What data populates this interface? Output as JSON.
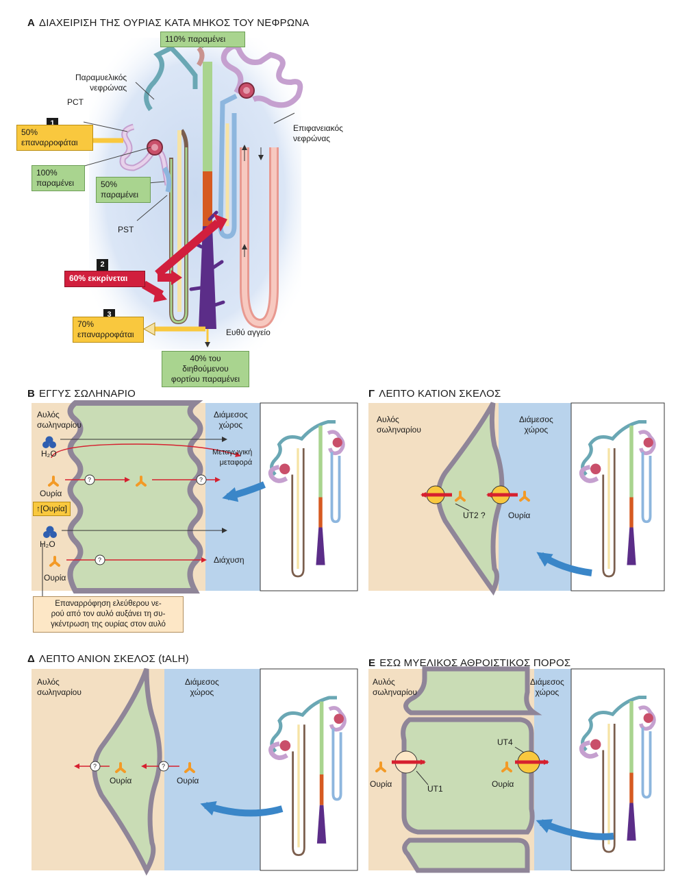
{
  "panel_a": {
    "letter": "Α",
    "title": "ΔΙΑΧΕΙΡΙΣΗ ΤΗΣ ΟΥΡΙΑΣ ΚΑΤΑ ΜΗΚΟΣ ΤΟΥ ΝΕΦΡΩΝΑ",
    "top_box": "110% παραμένει",
    "juxta_label": "Παραμυελικός\nνεφρώνας",
    "pct_label": "PCT",
    "superficial_label": "Επιφανειακός\nνεφρώνας",
    "step1_num": "1",
    "step1_box": "50%\nεπαναρροφάται",
    "remain100": "100%\nπαραμένει",
    "remain50": "50%\nπαραμένει",
    "pst_label": "PST",
    "step2_num": "2",
    "step2_box": "60% εκκρίνεται",
    "step3_num": "3",
    "step3_box": "70%\nεπαναρροφάται",
    "vasa_label": "Ευθύ αγγείο",
    "bottom_box": "40% του διηθούμενου\nφορτίου παραμένει"
  },
  "panel_b": {
    "letter": "Β",
    "title": "ΕΓΓΥΣ ΣΩΛΗΝΑΡΙΟ",
    "lumen": "Αυλός\nσωληναρίου",
    "interstitium": "Διάμεσος\nχώρος",
    "water1": "H₂O",
    "water2": "H₂O",
    "transcellular": "Μεταγωγική\nμεταφορά",
    "urea1": "Ουρία",
    "urea2": "Ουρία",
    "urea_conc": "↑[Ουρία]",
    "diffusion": "Διάχυση",
    "qmark": "?",
    "note": "Επαναρρόφηση ελεύθερου νε-\nρού από τον αυλό αυξάνει τη συ-\nγκέντρωση της ουρίας στον αυλό"
  },
  "panel_g": {
    "letter": "Γ",
    "title": "ΛΕΠΤΟ ΚΑΤΙΟΝ ΣΚΕΛΟΣ",
    "lumen": "Αυλός\nσωληναρίου",
    "interstitium": "Διάμεσος\nχώρος",
    "transporter": "UT2 ?",
    "urea": "Ουρία"
  },
  "panel_d": {
    "letter": "Δ",
    "title": "ΛΕΠΤΟ ΑΝΙΟΝ ΣΚΕΛΟΣ (tALH)",
    "lumen": "Αυλός\nσωληναρίου",
    "interstitium": "Διάμεσος\nχώρος",
    "urea1": "Ουρία",
    "urea2": "Ουρία",
    "qmark": "?"
  },
  "panel_e": {
    "letter": "Ε",
    "title": "ΕΣΩ ΜΥΕΛΙΚΟΣ ΑΘΡΟΙΣΤΙΚΟΣ ΠΟΡΟΣ",
    "lumen": "Αυλός\nσωληναρίου",
    "interstitium": "Διάμεσος\nχώρος",
    "ut1": "UT1",
    "ut4": "UT4",
    "urea1": "Ουρία",
    "urea2": "Ουρία"
  },
  "colors": {
    "lumen": "#f3dfc2",
    "cell": "#c9dcb5",
    "interstitium": "#b9d3ec",
    "membrane": "#8f8598",
    "urea": "#f39a26",
    "water": "#2f5fb0",
    "red_arrow": "#d6202f",
    "blue_arrow": "#3a86c8",
    "purple": "#5b2d88"
  }
}
